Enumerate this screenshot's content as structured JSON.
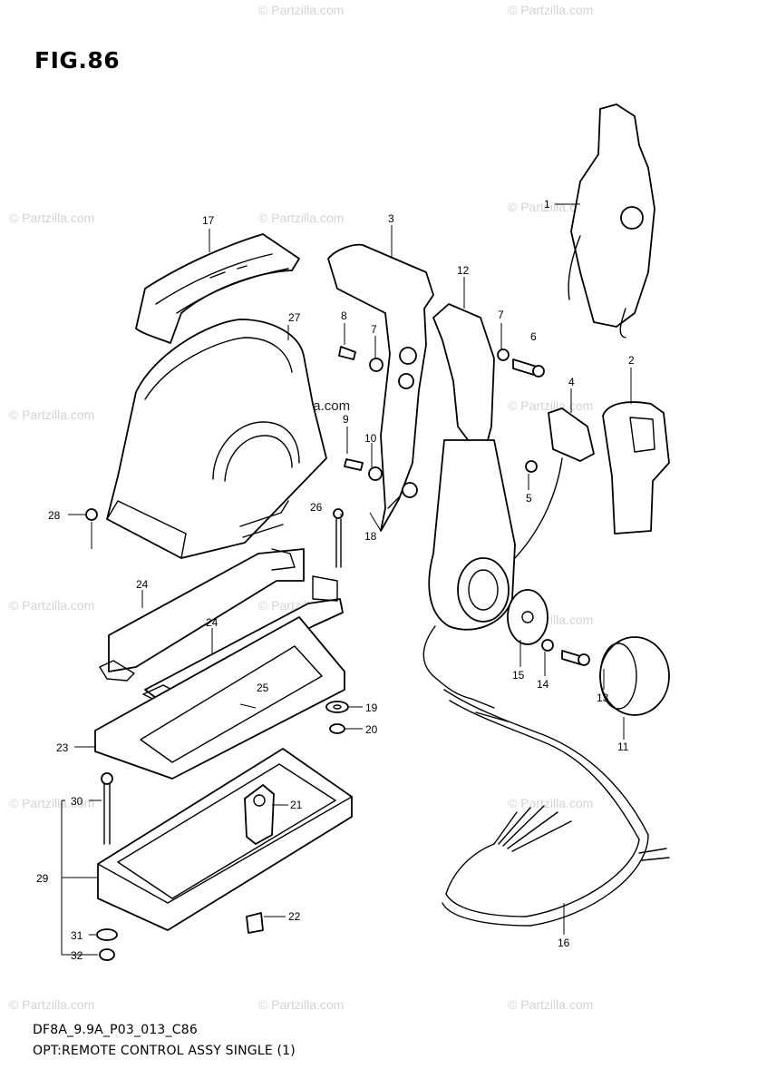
{
  "figure_title": "FIG.86",
  "footer": {
    "code": "DF8A_9.9A_P03_013_C86",
    "description": "OPT:REMOTE CONTROL ASSY SINGLE (1)"
  },
  "watermark": {
    "text": "© Partzilla.com",
    "center_text": "© Partzilla.com"
  },
  "callouts": {
    "c1": "1",
    "c2": "2",
    "c3": "3",
    "c4": "4",
    "c5": "5",
    "c6": "6",
    "c7a": "7",
    "c7b": "7",
    "c8": "8",
    "c9": "9",
    "c10": "10",
    "c11": "11",
    "c12": "12",
    "c13": "13",
    "c14": "14",
    "c15": "15",
    "c16": "16",
    "c17": "17",
    "c18": "18",
    "c19": "19",
    "c20": "20",
    "c21": "21",
    "c22": "22",
    "c23": "23",
    "c24a": "24",
    "c24b": "24",
    "c25": "25",
    "c26": "26",
    "c27": "27",
    "c28": "28",
    "c29": "29",
    "c30": "30",
    "c31": "31",
    "c32": "32"
  }
}
